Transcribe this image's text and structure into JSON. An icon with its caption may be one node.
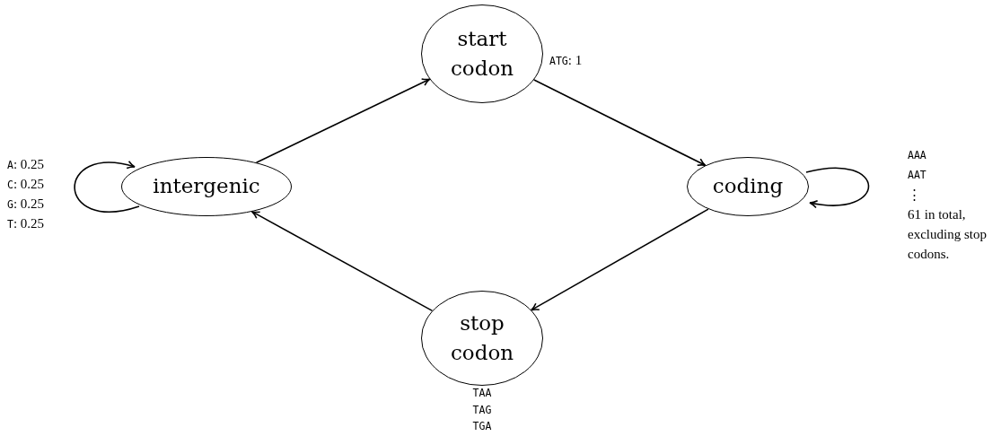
{
  "diagram": {
    "nodes": [
      {
        "text": [
          "intergenic"
        ],
        "beside": [
          "A: 0.25",
          "C: 0.25",
          "G: 0.25",
          "T: 0.25"
        ]
      },
      {
        "text": [
          "start codon"
        ],
        "beside": [
          "ATG: 1"
        ]
      },
      {
        "text": [
          "coding"
        ],
        "beside": [
          "AAA",
          "AAT",
          "⋮",
          "61 in total, excluding stop codons."
        ]
      },
      {
        "text": [
          "stop codon"
        ],
        "beside": [
          "TAA",
          "TAG",
          "TGA"
        ]
      }
    ],
    "edges": [
      {
        "from": 0,
        "to": 0,
        "arrow": "to"
      },
      {
        "from": 0,
        "to": 1,
        "arrow": "to"
      },
      {
        "from": 1,
        "to": 2,
        "arrow": "to"
      },
      {
        "from": 2,
        "to": 2,
        "arrow": "to"
      },
      {
        "from": 2,
        "to": 3,
        "arrow": "to"
      },
      {
        "from": 3,
        "to": 0,
        "arrow": "to"
      }
    ]
  }
}
